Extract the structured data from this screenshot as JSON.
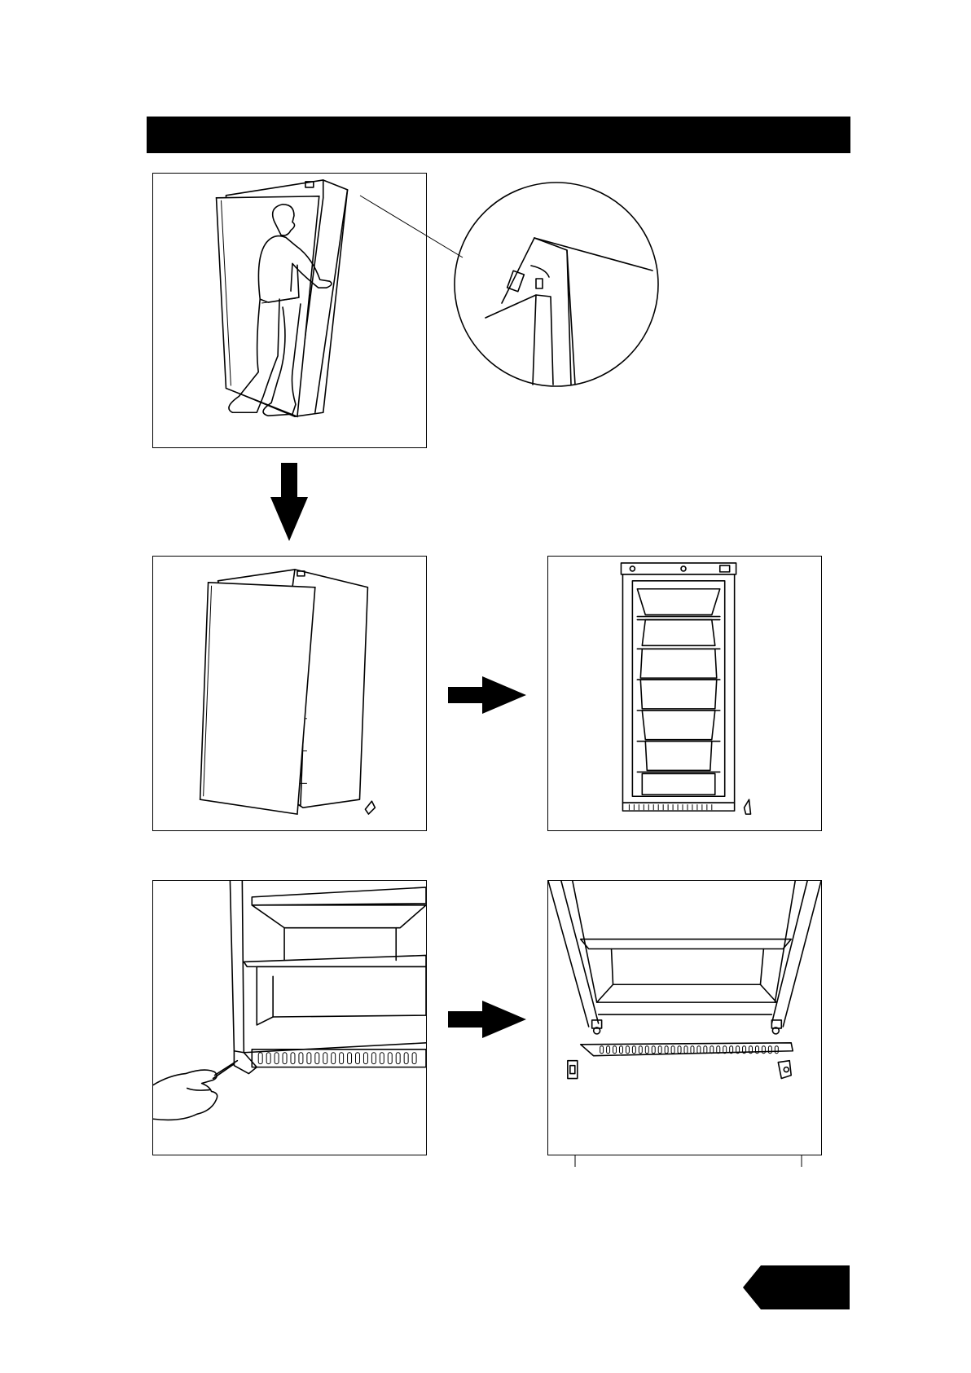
{
  "page": {
    "background": "#ffffff",
    "ink": "#000000"
  },
  "header_bar": {
    "title": ""
  },
  "panels": [
    {
      "id": "step-1-lift-door",
      "icon": "person-lifting-door-illustration"
    },
    {
      "id": "step-1-detail",
      "icon": "hinge-pin-detail-illustration"
    },
    {
      "id": "step-2-door-removed",
      "icon": "cabinet-door-tilted-illustration"
    },
    {
      "id": "step-3-open-cabinet",
      "icon": "open-cabinet-shelves-illustration"
    },
    {
      "id": "step-4-remove-grille",
      "icon": "screwdriver-kick-plate-illustration"
    },
    {
      "id": "step-5-grille-detached",
      "icon": "kick-plate-detached-illustration"
    }
  ],
  "arrows": [
    {
      "id": "arrow-down",
      "icon": "arrow-down-icon"
    },
    {
      "id": "arrow-right-1",
      "icon": "arrow-right-icon"
    },
    {
      "id": "arrow-right-2",
      "icon": "arrow-right-icon"
    }
  ],
  "page_tab": {
    "label": ""
  }
}
